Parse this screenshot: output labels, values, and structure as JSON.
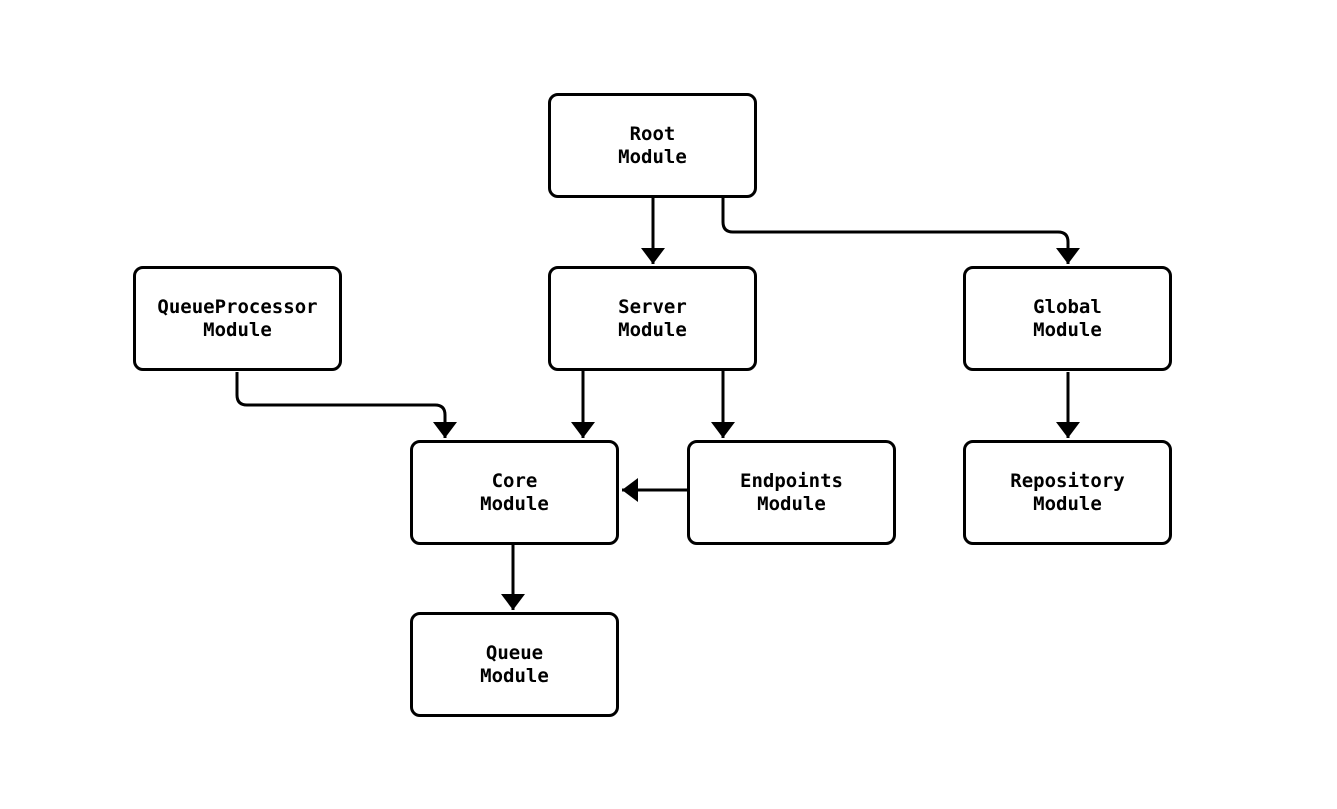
{
  "diagram": {
    "type": "flowchart",
    "background_color": "#ffffff",
    "stroke_color": "#000000",
    "nodes": [
      {
        "id": "root",
        "line1": "Root",
        "line2": "Module"
      },
      {
        "id": "queueprocessor",
        "line1": "QueueProcessor",
        "line2": "Module"
      },
      {
        "id": "server",
        "line1": "Server",
        "line2": "Module"
      },
      {
        "id": "global",
        "line1": "Global",
        "line2": "Module"
      },
      {
        "id": "core",
        "line1": "Core",
        "line2": "Module"
      },
      {
        "id": "endpoints",
        "line1": "Endpoints",
        "line2": "Module"
      },
      {
        "id": "repository",
        "line1": "Repository",
        "line2": "Module"
      },
      {
        "id": "queue",
        "line1": "Queue",
        "line2": "Module"
      }
    ],
    "edges": [
      {
        "from": "Root Module",
        "to": "Server Module"
      },
      {
        "from": "Root Module",
        "to": "Global Module"
      },
      {
        "from": "QueueProcessor Module",
        "to": "Core Module"
      },
      {
        "from": "Server Module",
        "to": "Core Module"
      },
      {
        "from": "Server Module",
        "to": "Endpoints Module"
      },
      {
        "from": "Endpoints Module",
        "to": "Core Module"
      },
      {
        "from": "Global Module",
        "to": "Repository Module"
      },
      {
        "from": "Core Module",
        "to": "Queue Module"
      }
    ]
  }
}
